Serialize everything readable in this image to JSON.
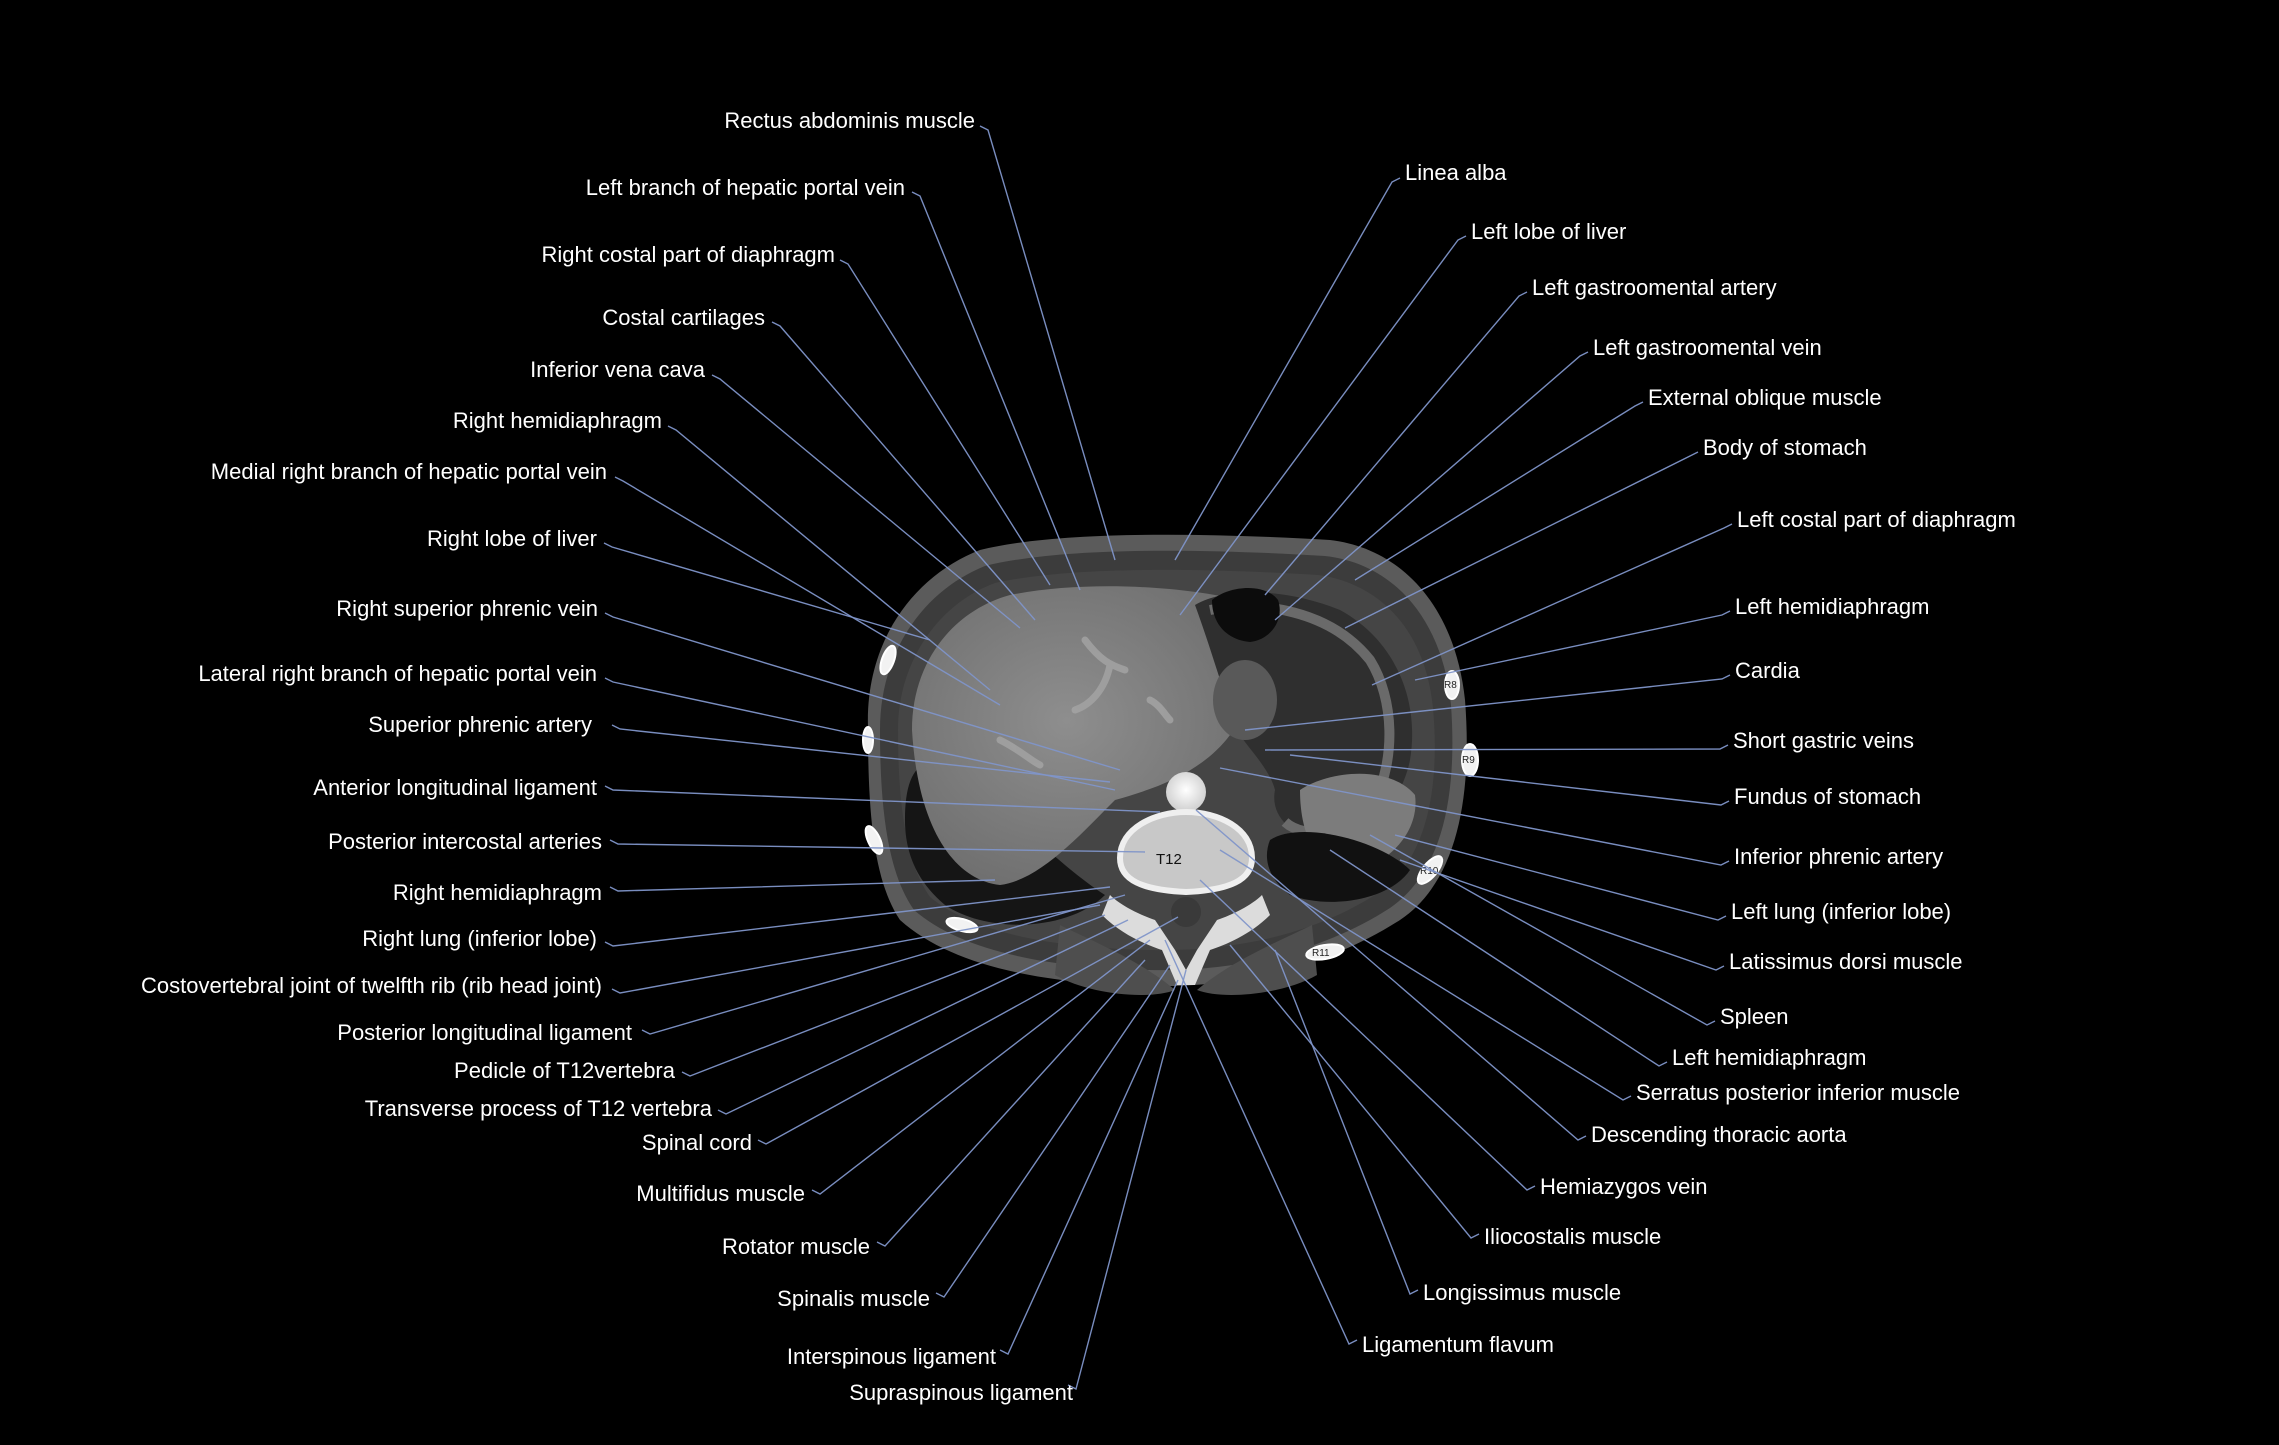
{
  "vertebra_label": "T12",
  "rib_labels": [
    "R8",
    "R9",
    "R10",
    "R11"
  ],
  "left_side_labels": [
    "Rectus abdominis muscle",
    "Left branch of hepatic portal vein",
    "Right costal part of diaphragm",
    "Costal cartilages",
    "Inferior vena cava",
    "Right hemidiaphragm",
    "Medial right branch of hepatic portal vein",
    "Right lobe of liver",
    "Right superior phrenic vein",
    "Lateral right branch of hepatic portal vein",
    "Superior phrenic artery",
    "Anterior longitudinal ligament",
    "Posterior intercostal arteries",
    "Right hemidiaphragm",
    "Right lung (inferior lobe)",
    "Costovertebral joint of twelfth rib (rib head joint)",
    "Posterior longitudinal ligament",
    "Pedicle of T12vertebra",
    "Transverse process of T12 vertebra",
    "Spinal cord",
    "Multifidus muscle",
    "Rotator muscle",
    "Spinalis muscle",
    "Interspinous ligament",
    "Supraspinous ligament"
  ],
  "right_side_labels": [
    "Linea alba",
    "Left lobe of liver",
    "Left gastroomental artery",
    "Left gastroomental vein",
    "External oblique muscle",
    "Body of stomach",
    "Left costal part of diaphragm",
    "Left hemidiaphragm",
    "Cardia",
    "Short gastric veins",
    "Fundus of stomach",
    "Inferior phrenic artery",
    "Left lung (inferior lobe)",
    "Latissimus dorsi muscle",
    "Spleen",
    "Left hemidiaphragm",
    "Serratus posterior inferior muscle",
    "Descending thoracic aorta",
    "Hemiazygos vein",
    "Iliocostalis muscle",
    "Longissimus muscle",
    "Ligamentum flavum"
  ],
  "colors": {
    "background": "#000000",
    "label_text": "#ffffff",
    "leader_line": "#7f95c9"
  }
}
